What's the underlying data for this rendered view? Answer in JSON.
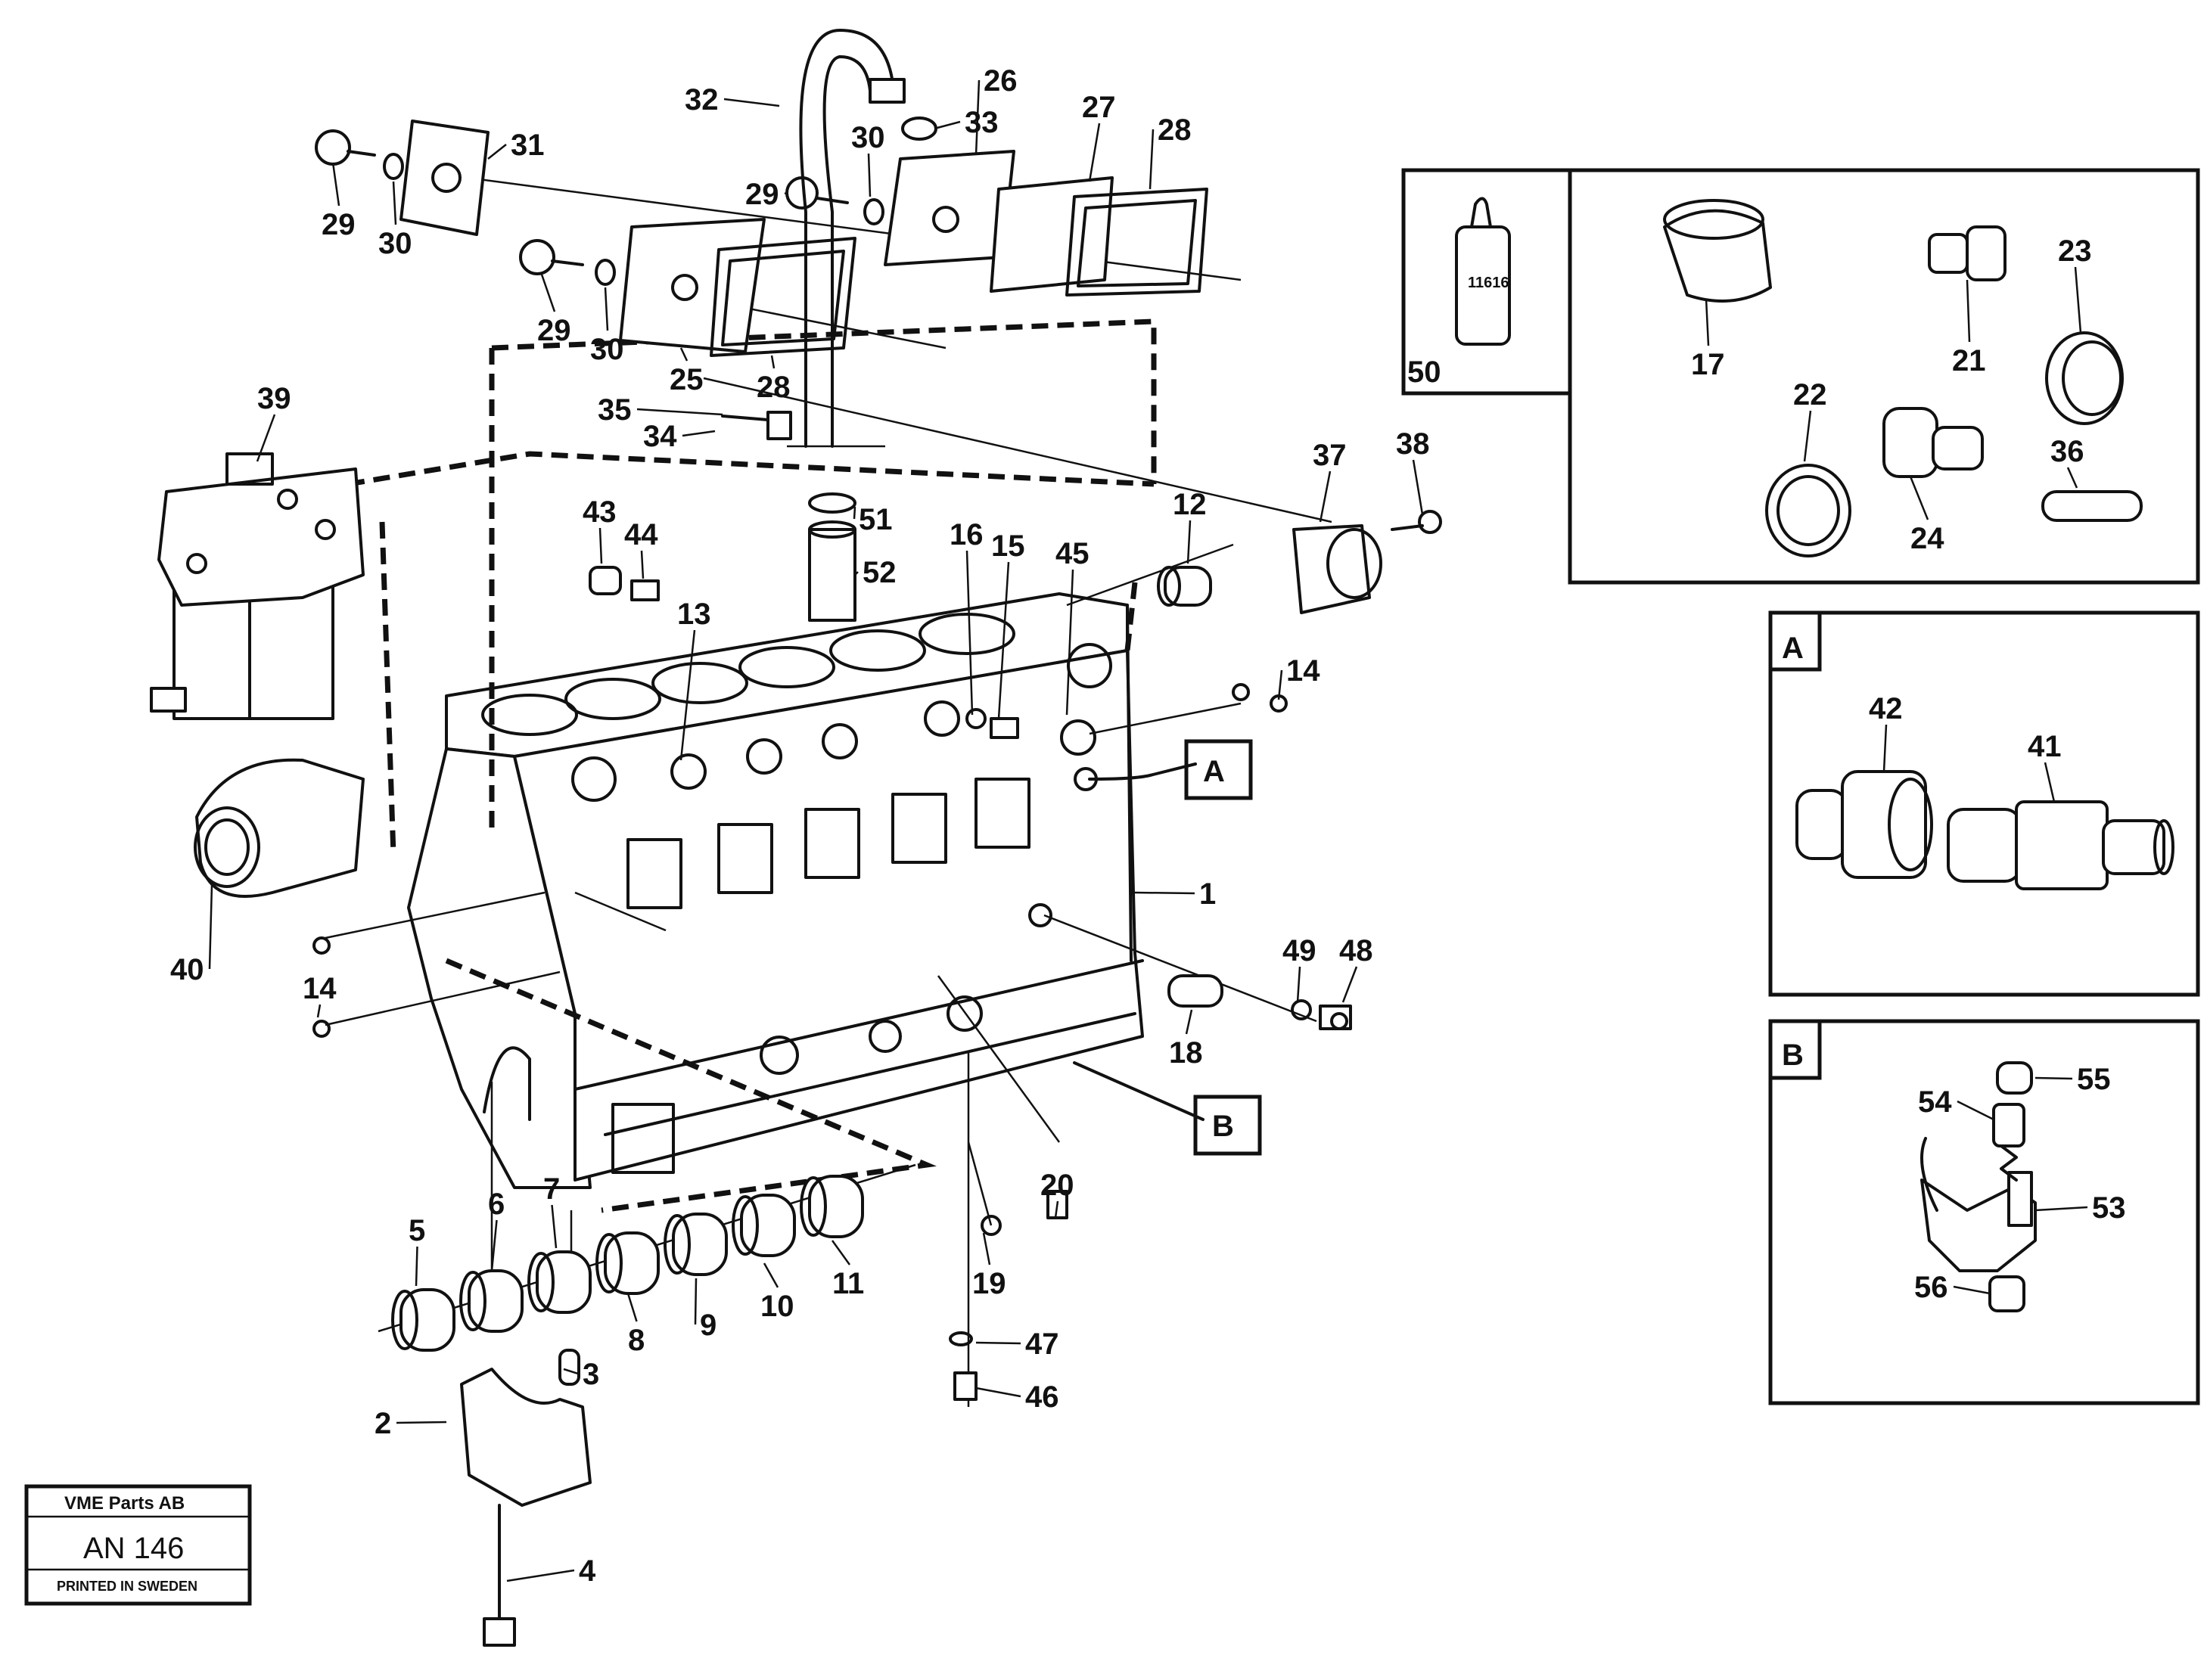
{
  "stamp": {
    "company": "VME Parts AB",
    "code": "AN 146",
    "note": "PRINTED IN SWEDEN"
  },
  "callouts": {
    "A": "A",
    "B": "B"
  },
  "insets": {
    "A_title": "A",
    "B_title": "B"
  },
  "bottle_label": "11616",
  "parts": [
    {
      "id": "p1",
      "label": "1"
    },
    {
      "id": "p2",
      "label": "2"
    },
    {
      "id": "p3",
      "label": "3"
    },
    {
      "id": "p4",
      "label": "4"
    },
    {
      "id": "p5",
      "label": "5"
    },
    {
      "id": "p6",
      "label": "6"
    },
    {
      "id": "p7",
      "label": "7"
    },
    {
      "id": "p8",
      "label": "8"
    },
    {
      "id": "p9",
      "label": "9"
    },
    {
      "id": "p10",
      "label": "10"
    },
    {
      "id": "p11",
      "label": "11"
    },
    {
      "id": "p12",
      "label": "12"
    },
    {
      "id": "p13",
      "label": "13"
    },
    {
      "id": "p14a",
      "label": "14"
    },
    {
      "id": "p14b",
      "label": "14"
    },
    {
      "id": "p15",
      "label": "15"
    },
    {
      "id": "p16",
      "label": "16"
    },
    {
      "id": "p17",
      "label": "17"
    },
    {
      "id": "p18",
      "label": "18"
    },
    {
      "id": "p19",
      "label": "19"
    },
    {
      "id": "p20",
      "label": "20"
    },
    {
      "id": "p21",
      "label": "21"
    },
    {
      "id": "p22",
      "label": "22"
    },
    {
      "id": "p23",
      "label": "23"
    },
    {
      "id": "p24",
      "label": "24"
    },
    {
      "id": "p25",
      "label": "25"
    },
    {
      "id": "p26",
      "label": "26"
    },
    {
      "id": "p27",
      "label": "27"
    },
    {
      "id": "p28a",
      "label": "28"
    },
    {
      "id": "p28b",
      "label": "28"
    },
    {
      "id": "p29a",
      "label": "29"
    },
    {
      "id": "p29b",
      "label": "29"
    },
    {
      "id": "p29c",
      "label": "29"
    },
    {
      "id": "p30a",
      "label": "30"
    },
    {
      "id": "p30b",
      "label": "30"
    },
    {
      "id": "p30c",
      "label": "30"
    },
    {
      "id": "p31",
      "label": "31"
    },
    {
      "id": "p32",
      "label": "32"
    },
    {
      "id": "p33",
      "label": "33"
    },
    {
      "id": "p34",
      "label": "34"
    },
    {
      "id": "p35",
      "label": "35"
    },
    {
      "id": "p36",
      "label": "36"
    },
    {
      "id": "p37",
      "label": "37"
    },
    {
      "id": "p38",
      "label": "38"
    },
    {
      "id": "p39",
      "label": "39"
    },
    {
      "id": "p40",
      "label": "40"
    },
    {
      "id": "p41",
      "label": "41"
    },
    {
      "id": "p42",
      "label": "42"
    },
    {
      "id": "p43",
      "label": "43"
    },
    {
      "id": "p44",
      "label": "44"
    },
    {
      "id": "p45",
      "label": "45"
    },
    {
      "id": "p46",
      "label": "46"
    },
    {
      "id": "p47",
      "label": "47"
    },
    {
      "id": "p48",
      "label": "48"
    },
    {
      "id": "p49",
      "label": "49"
    },
    {
      "id": "p50",
      "label": "50"
    },
    {
      "id": "p51",
      "label": "51"
    },
    {
      "id": "p52",
      "label": "52"
    },
    {
      "id": "p53",
      "label": "53"
    },
    {
      "id": "p54",
      "label": "54"
    },
    {
      "id": "p55",
      "label": "55"
    },
    {
      "id": "p56",
      "label": "56"
    }
  ]
}
